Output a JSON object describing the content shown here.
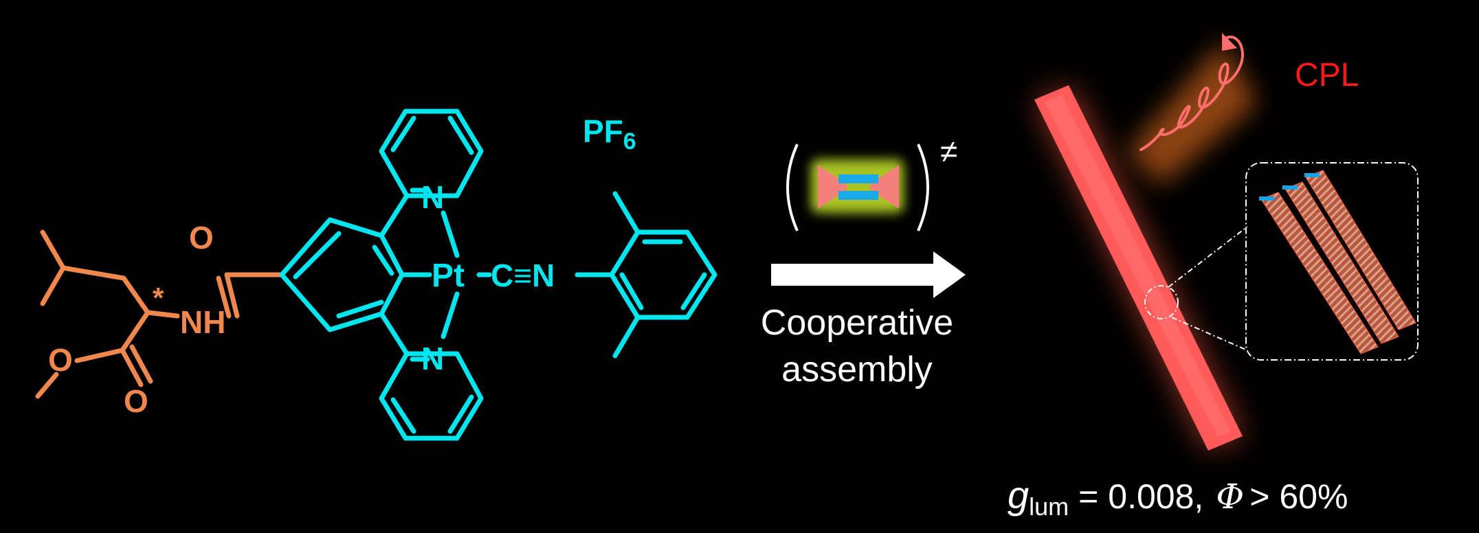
{
  "molecule": {
    "atoms": {
      "pt": "Pt",
      "cn": "C≡N",
      "n_top": "N",
      "n_bottom": "N",
      "nh": "NH",
      "o_amide": "O",
      "o_ester_single": "O",
      "o_ester_double": "O",
      "chiral_mark": "*"
    },
    "counterion": {
      "base": "PF",
      "subscript": "6"
    }
  },
  "process": {
    "label_line1": "Cooperative",
    "label_line2": "assembly",
    "transition_state_mark": "≠"
  },
  "result": {
    "cpl_label": "CPL",
    "g_symbol": "g",
    "g_subscript": "lum",
    "g_value": "= 0.008,",
    "phi_symbol": "Φ",
    "phi_value": "> 60%"
  },
  "colors": {
    "complex": "#00e5ee",
    "ligand": "#f0884e",
    "emission": "#ff4b4b",
    "cpl_text": "#ff1a1a",
    "arrow": "#ffffff",
    "background": "#000000"
  }
}
